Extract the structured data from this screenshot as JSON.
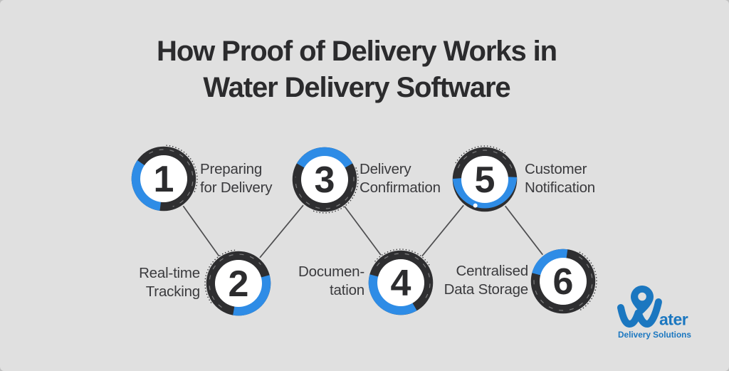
{
  "title": {
    "line1": "How Proof of Delivery Works in",
    "line2": "Water Delivery Software"
  },
  "steps": [
    {
      "number": "1",
      "label_line1": "Preparing",
      "label_line2": "for Delivery"
    },
    {
      "number": "2",
      "label_line1": "Real-time",
      "label_line2": "Tracking"
    },
    {
      "number": "3",
      "label_line1": "Delivery",
      "label_line2": "Confirmation"
    },
    {
      "number": "4",
      "label_line1": "Documen-",
      "label_line2": "tation"
    },
    {
      "number": "5",
      "label_line1": "Customer",
      "label_line2": "Notification"
    },
    {
      "number": "6",
      "label_line1": "Centralised",
      "label_line2": "Data Storage"
    }
  ],
  "logo": {
    "name": "Water",
    "name_suffix": "ater",
    "tagline": "Delivery Solutions"
  },
  "colors": {
    "bg": "#e0e0e0",
    "ring": "#2e2e30",
    "blue": "#2e8ce6",
    "face": "#ffffff",
    "number": "#2c2c2e",
    "title": "#2b2b2d",
    "label": "#3a3a3d",
    "line": "#4e4e50",
    "logo": "#1b77c0"
  }
}
